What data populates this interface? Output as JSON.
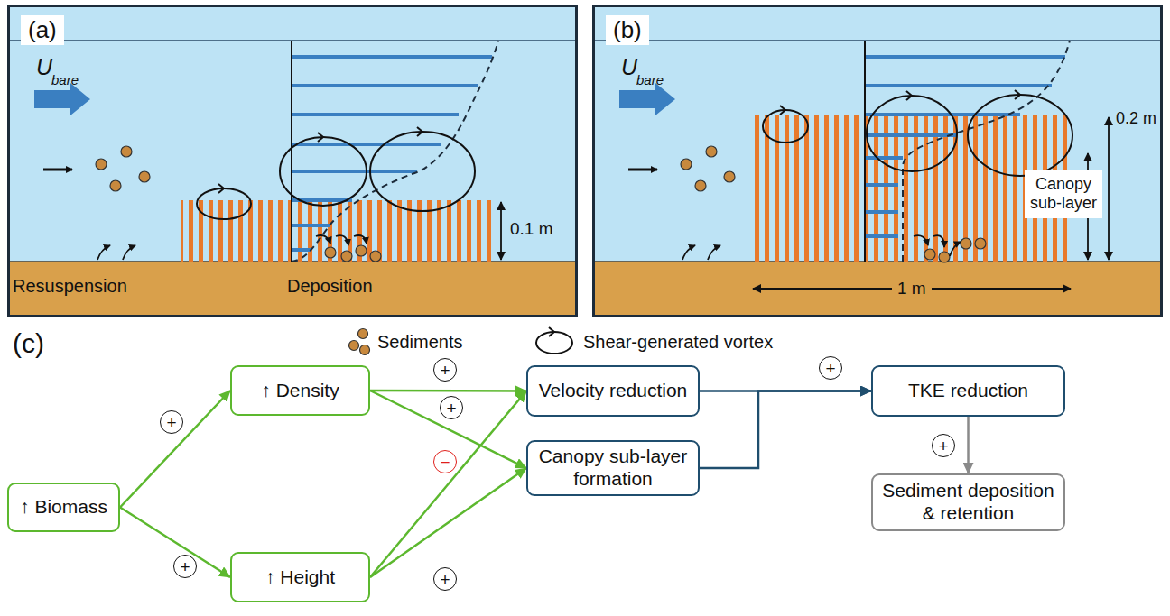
{
  "diagram": {
    "nodes": [
      {
        "text": [
          "(a)"
        ]
      },
      {
        "text": [
          "(b)"
        ]
      },
      {
        "text": [
          "Canopy sub-layer"
        ],
        "in": 1
      },
      {
        "text": [
          "↑ Biomass"
        ]
      },
      {
        "text": [
          "↑ Density"
        ]
      },
      {
        "text": [
          "↑ Height"
        ]
      },
      {
        "text": [
          "Velocity reduction"
        ]
      },
      {
        "text": [
          "Canopy sub-layer formation"
        ]
      },
      {
        "text": [
          "TKE reduction"
        ]
      },
      {
        "text": [
          "Sediment deposition & retention"
        ]
      }
    ],
    "edges": [
      {
        "from": 3,
        "to": 4,
        "label": "+",
        "arrow": "to"
      },
      {
        "from": 3,
        "to": 5,
        "label": "+",
        "arrow": "to"
      },
      {
        "from": 4,
        "to": 6,
        "label": "+",
        "arrow": "to"
      },
      {
        "from": 4,
        "to": 7,
        "label": "+",
        "arrow": "to"
      },
      {
        "from": 5,
        "to": 6,
        "label": "−",
        "arrow": "to"
      },
      {
        "from": 5,
        "to": 7,
        "label": "+",
        "arrow": "to"
      },
      {
        "from": 6,
        "to": 8,
        "label": "+",
        "arrow": "to"
      },
      {
        "from": 7,
        "to": 8,
        "arrow": "to"
      },
      {
        "from": 8,
        "to": 9,
        "label": "+",
        "arrow": "to"
      }
    ],
    "labels": [
      "U",
      "bare",
      "0.1 m",
      "Resuspension",
      "Deposition",
      "U",
      "bare",
      "0.2 m",
      "1 m",
      "(c)"
    ],
    "legend": [
      {
        "text": "Sediments"
      },
      {
        "text": "Shear-generated vortex"
      }
    ]
  }
}
